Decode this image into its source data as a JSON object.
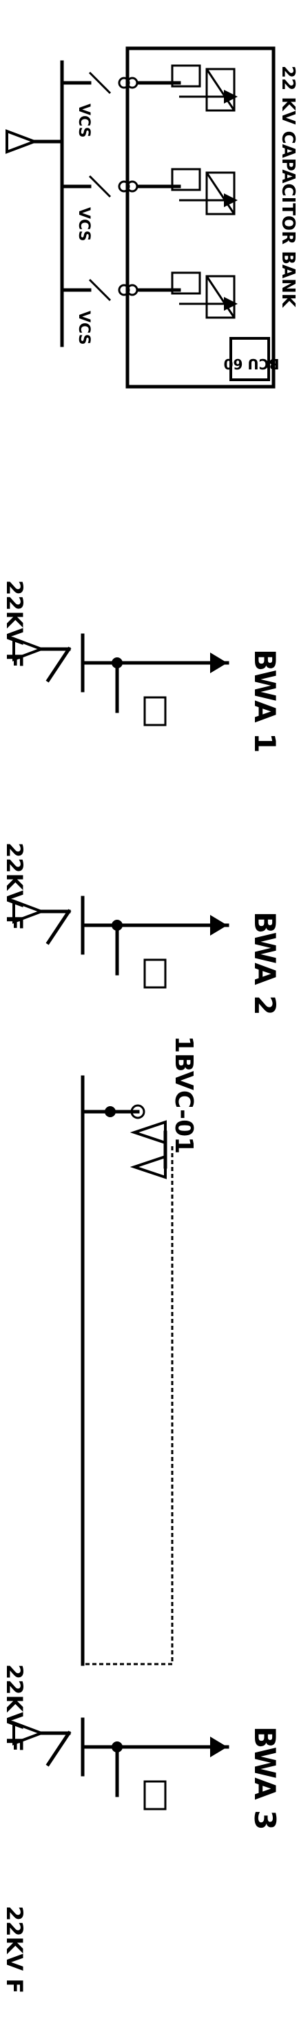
{
  "capacitor_bank": {
    "label": "22 KV CAPACITOR BANK",
    "breaker_labels": [
      "VCS",
      "VCS",
      "VCS"
    ],
    "relay_label": "BCU 60"
  },
  "feeders": [
    {
      "label": "BWA 1",
      "top_text": "22KV F"
    },
    {
      "label": "BWA 2",
      "top_text": "22KV F"
    },
    {
      "label": "BWA 3",
      "top_text": "22KV F"
    }
  ],
  "bus_coupler": {
    "label": "1BVC-01"
  },
  "top_fragment": "22KV F"
}
